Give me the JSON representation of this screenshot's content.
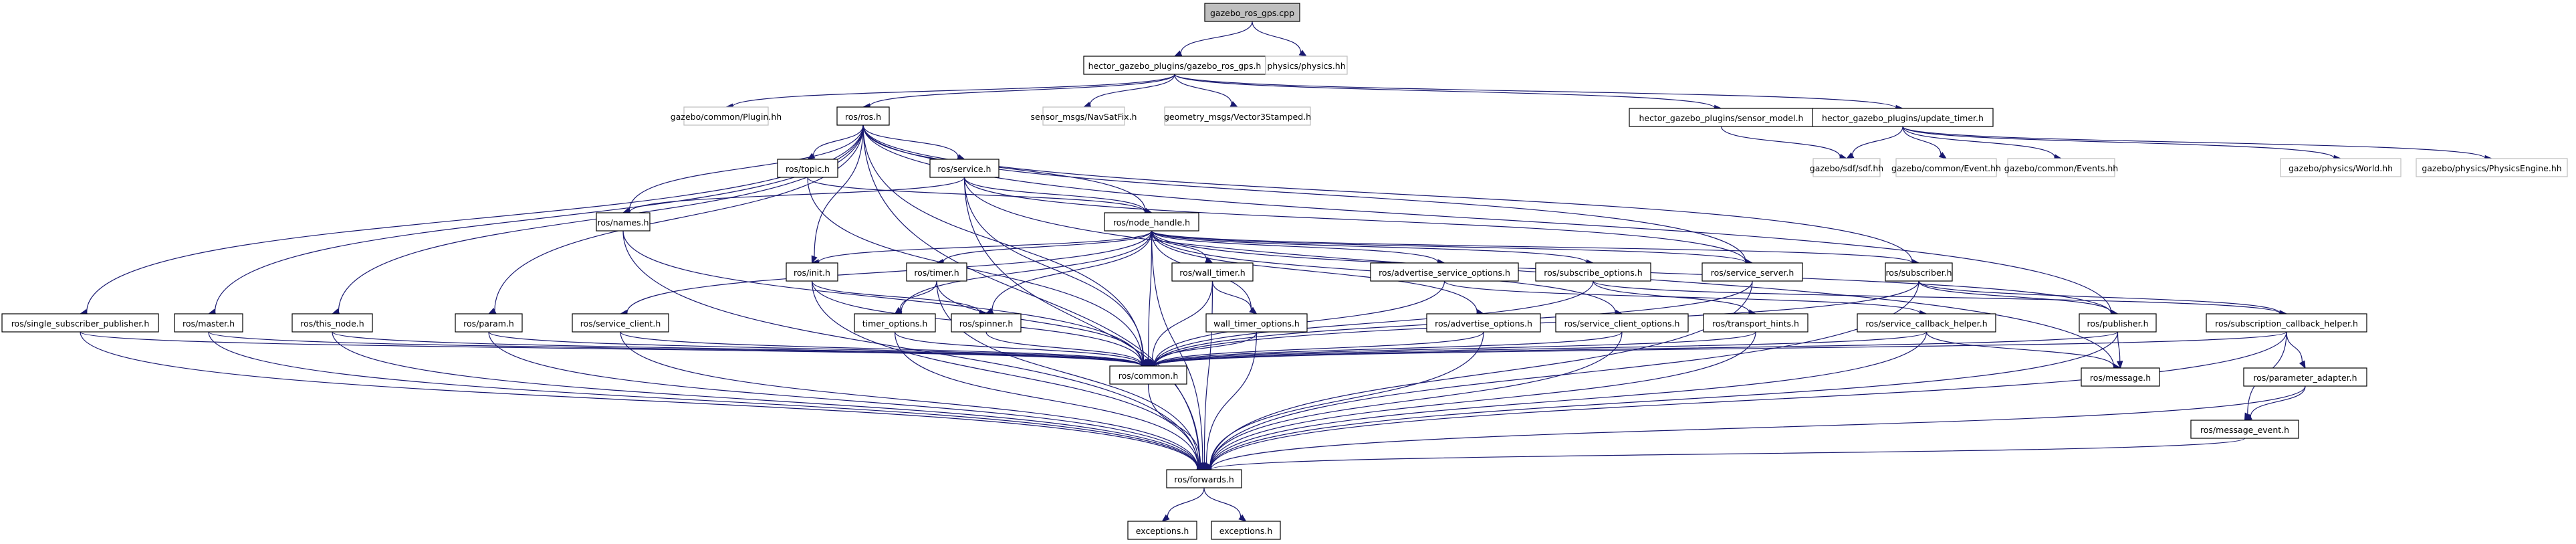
{
  "diagram": {
    "type": "include-dependency-graph",
    "edge_color": "#191970",
    "root_fill": "#bfbfbf",
    "external_border": "#bfbfbf",
    "nodes": [
      {
        "id": "root",
        "label": "gazebo_ros_gps.cpp",
        "kind": "root"
      },
      {
        "id": "gps_h",
        "label": "hector_gazebo_plugins/gazebo_ros_gps.h",
        "kind": "documented"
      },
      {
        "id": "physics_hh",
        "label": "physics/physics.hh",
        "kind": "external"
      },
      {
        "id": "plugin_hh",
        "label": "gazebo/common/Plugin.hh",
        "kind": "external"
      },
      {
        "id": "ros_h",
        "label": "ros/ros.h",
        "kind": "documented"
      },
      {
        "id": "navsatfix",
        "label": "sensor_msgs/NavSatFix.h",
        "kind": "external"
      },
      {
        "id": "vector3",
        "label": "geometry_msgs/Vector3Stamped.h",
        "kind": "external"
      },
      {
        "id": "sensor_model",
        "label": "hector_gazebo_plugins/sensor_model.h",
        "kind": "documented"
      },
      {
        "id": "update_timer",
        "label": "hector_gazebo_plugins/update_timer.h",
        "kind": "documented"
      },
      {
        "id": "sdf_hh",
        "label": "gazebo/sdf/sdf.hh",
        "kind": "external"
      },
      {
        "id": "event_hh",
        "label": "gazebo/common/Event.hh",
        "kind": "external"
      },
      {
        "id": "events_hh",
        "label": "gazebo/common/Events.hh",
        "kind": "external"
      },
      {
        "id": "world_hh",
        "label": "gazebo/physics/World.hh",
        "kind": "external"
      },
      {
        "id": "physicsengine_hh",
        "label": "gazebo/physics/PhysicsEngine.hh",
        "kind": "external"
      },
      {
        "id": "topic_h",
        "label": "ros/topic.h",
        "kind": "documented"
      },
      {
        "id": "service_h",
        "label": "ros/service.h",
        "kind": "documented"
      },
      {
        "id": "names_h",
        "label": "ros/names.h",
        "kind": "documented"
      },
      {
        "id": "node_handle_h",
        "label": "ros/node_handle.h",
        "kind": "documented"
      },
      {
        "id": "init_h",
        "label": "ros/init.h",
        "kind": "documented"
      },
      {
        "id": "timer_h",
        "label": "ros/timer.h",
        "kind": "documented"
      },
      {
        "id": "wall_timer_h",
        "label": "ros/wall_timer.h",
        "kind": "documented"
      },
      {
        "id": "adv_srv_opts_h",
        "label": "ros/advertise_service_options.h",
        "kind": "documented"
      },
      {
        "id": "sub_opts_h",
        "label": "ros/subscribe_options.h",
        "kind": "documented"
      },
      {
        "id": "service_server_h",
        "label": "ros/service_server.h",
        "kind": "documented"
      },
      {
        "id": "subscriber_h",
        "label": "ros/subscriber.h",
        "kind": "documented"
      },
      {
        "id": "ssp_h",
        "label": "ros/single_subscriber_publisher.h",
        "kind": "documented"
      },
      {
        "id": "master_h",
        "label": "ros/master.h",
        "kind": "documented"
      },
      {
        "id": "this_node_h",
        "label": "ros/this_node.h",
        "kind": "documented"
      },
      {
        "id": "param_h",
        "label": "ros/param.h",
        "kind": "documented"
      },
      {
        "id": "service_client_h",
        "label": "ros/service_client.h",
        "kind": "documented"
      },
      {
        "id": "timer_options_h",
        "label": "timer_options.h",
        "kind": "documented"
      },
      {
        "id": "spinner_h",
        "label": "ros/spinner.h",
        "kind": "documented"
      },
      {
        "id": "wall_timer_options_h",
        "label": "wall_timer_options.h",
        "kind": "documented"
      },
      {
        "id": "adv_opts_h",
        "label": "ros/advertise_options.h",
        "kind": "documented"
      },
      {
        "id": "srv_client_opts_h",
        "label": "ros/service_client_options.h",
        "kind": "documented"
      },
      {
        "id": "transport_hints_h",
        "label": "ros/transport_hints.h",
        "kind": "documented"
      },
      {
        "id": "srv_cb_helper_h",
        "label": "ros/service_callback_helper.h",
        "kind": "documented"
      },
      {
        "id": "publisher_h",
        "label": "ros/publisher.h",
        "kind": "documented"
      },
      {
        "id": "sub_cb_helper_h",
        "label": "ros/subscription_callback_helper.h",
        "kind": "documented"
      },
      {
        "id": "common_h",
        "label": "ros/common.h",
        "kind": "documented"
      },
      {
        "id": "message_h",
        "label": "ros/message.h",
        "kind": "documented"
      },
      {
        "id": "param_adapter_h",
        "label": "ros/parameter_adapter.h",
        "kind": "documented"
      },
      {
        "id": "message_event_h",
        "label": "ros/message_event.h",
        "kind": "documented"
      },
      {
        "id": "forwards_h",
        "label": "ros/forwards.h",
        "kind": "documented"
      },
      {
        "id": "exceptions_h_1",
        "label": "exceptions.h",
        "kind": "documented"
      },
      {
        "id": "exceptions_h_2",
        "label": "exceptions.h",
        "kind": "documented"
      }
    ],
    "edges": [
      [
        "root",
        "gps_h"
      ],
      [
        "root",
        "physics_hh"
      ],
      [
        "gps_h",
        "plugin_hh"
      ],
      [
        "gps_h",
        "ros_h"
      ],
      [
        "gps_h",
        "navsatfix"
      ],
      [
        "gps_h",
        "vector3"
      ],
      [
        "gps_h",
        "sensor_model"
      ],
      [
        "gps_h",
        "update_timer"
      ],
      [
        "sensor_model",
        "sdf_hh"
      ],
      [
        "update_timer",
        "sdf_hh"
      ],
      [
        "update_timer",
        "event_hh"
      ],
      [
        "update_timer",
        "events_hh"
      ],
      [
        "update_timer",
        "world_hh"
      ],
      [
        "update_timer",
        "physicsengine_hh"
      ],
      [
        "ros_h",
        "topic_h"
      ],
      [
        "ros_h",
        "service_h"
      ],
      [
        "ros_h",
        "names_h"
      ],
      [
        "ros_h",
        "node_handle_h"
      ],
      [
        "ros_h",
        "init_h"
      ],
      [
        "ros_h",
        "ssp_h"
      ],
      [
        "ros_h",
        "master_h"
      ],
      [
        "ros_h",
        "this_node_h"
      ],
      [
        "ros_h",
        "param_h"
      ],
      [
        "ros_h",
        "subscriber_h"
      ],
      [
        "ros_h",
        "service_server_h"
      ],
      [
        "ros_h",
        "publisher_h"
      ],
      [
        "ros_h",
        "common_h"
      ],
      [
        "ros_h",
        "forwards_h"
      ],
      [
        "topic_h",
        "node_handle_h"
      ],
      [
        "topic_h",
        "common_h"
      ],
      [
        "service_h",
        "names_h"
      ],
      [
        "service_h",
        "node_handle_h"
      ],
      [
        "service_h",
        "common_h"
      ],
      [
        "service_h",
        "service_server_h"
      ],
      [
        "service_h",
        "forwards_h"
      ],
      [
        "service_h",
        "message_h"
      ],
      [
        "names_h",
        "common_h"
      ],
      [
        "names_h",
        "forwards_h"
      ],
      [
        "node_handle_h",
        "init_h"
      ],
      [
        "node_handle_h",
        "timer_h"
      ],
      [
        "node_handle_h",
        "wall_timer_h"
      ],
      [
        "node_handle_h",
        "adv_srv_opts_h"
      ],
      [
        "node_handle_h",
        "sub_opts_h"
      ],
      [
        "node_handle_h",
        "service_server_h"
      ],
      [
        "node_handle_h",
        "subscriber_h"
      ],
      [
        "node_handle_h",
        "service_client_h"
      ],
      [
        "node_handle_h",
        "timer_options_h"
      ],
      [
        "node_handle_h",
        "spinner_h"
      ],
      [
        "node_handle_h",
        "wall_timer_options_h"
      ],
      [
        "node_handle_h",
        "adv_opts_h"
      ],
      [
        "node_handle_h",
        "srv_client_opts_h"
      ],
      [
        "node_handle_h",
        "publisher_h"
      ],
      [
        "node_handle_h",
        "common_h"
      ],
      [
        "node_handle_h",
        "forwards_h"
      ],
      [
        "init_h",
        "spinner_h"
      ],
      [
        "init_h",
        "common_h"
      ],
      [
        "init_h",
        "forwards_h"
      ],
      [
        "timer_h",
        "timer_options_h"
      ],
      [
        "timer_h",
        "common_h"
      ],
      [
        "timer_h",
        "forwards_h"
      ],
      [
        "wall_timer_h",
        "wall_timer_options_h"
      ],
      [
        "wall_timer_h",
        "common_h"
      ],
      [
        "wall_timer_h",
        "forwards_h"
      ],
      [
        "adv_srv_opts_h",
        "common_h"
      ],
      [
        "adv_srv_opts_h",
        "srv_cb_helper_h"
      ],
      [
        "sub_opts_h",
        "transport_hints_h"
      ],
      [
        "sub_opts_h",
        "sub_cb_helper_h"
      ],
      [
        "sub_opts_h",
        "common_h"
      ],
      [
        "service_server_h",
        "common_h"
      ],
      [
        "service_server_h",
        "forwards_h"
      ],
      [
        "subscriber_h",
        "common_h"
      ],
      [
        "subscriber_h",
        "publisher_h"
      ],
      [
        "subscriber_h",
        "sub_cb_helper_h"
      ],
      [
        "subscriber_h",
        "forwards_h"
      ],
      [
        "ssp_h",
        "common_h"
      ],
      [
        "ssp_h",
        "forwards_h"
      ],
      [
        "master_h",
        "common_h"
      ],
      [
        "master_h",
        "forwards_h"
      ],
      [
        "this_node_h",
        "common_h"
      ],
      [
        "this_node_h",
        "forwards_h"
      ],
      [
        "param_h",
        "common_h"
      ],
      [
        "param_h",
        "forwards_h"
      ],
      [
        "service_client_h",
        "common_h"
      ],
      [
        "service_client_h",
        "forwards_h"
      ],
      [
        "timer_options_h",
        "common_h"
      ],
      [
        "timer_options_h",
        "forwards_h"
      ],
      [
        "spinner_h",
        "common_h"
      ],
      [
        "wall_timer_options_h",
        "common_h"
      ],
      [
        "wall_timer_options_h",
        "forwards_h"
      ],
      [
        "adv_opts_h",
        "common_h"
      ],
      [
        "adv_opts_h",
        "forwards_h"
      ],
      [
        "srv_client_opts_h",
        "common_h"
      ],
      [
        "srv_client_opts_h",
        "forwards_h"
      ],
      [
        "transport_hints_h",
        "common_h"
      ],
      [
        "transport_hints_h",
        "forwards_h"
      ],
      [
        "srv_cb_helper_h",
        "common_h"
      ],
      [
        "srv_cb_helper_h",
        "message_h"
      ],
      [
        "srv_cb_helper_h",
        "forwards_h"
      ],
      [
        "publisher_h",
        "common_h"
      ],
      [
        "publisher_h",
        "message_h"
      ],
      [
        "publisher_h",
        "forwards_h"
      ],
      [
        "sub_cb_helper_h",
        "common_h"
      ],
      [
        "sub_cb_helper_h",
        "param_adapter_h"
      ],
      [
        "sub_cb_helper_h",
        "message_event_h"
      ],
      [
        "sub_cb_helper_h",
        "forwards_h"
      ],
      [
        "param_adapter_h",
        "message_event_h"
      ],
      [
        "param_adapter_h",
        "forwards_h"
      ],
      [
        "message_event_h",
        "forwards_h"
      ],
      [
        "common_h",
        "forwards_h"
      ],
      [
        "forwards_h",
        "exceptions_h_1"
      ],
      [
        "forwards_h",
        "exceptions_h_2"
      ]
    ]
  }
}
